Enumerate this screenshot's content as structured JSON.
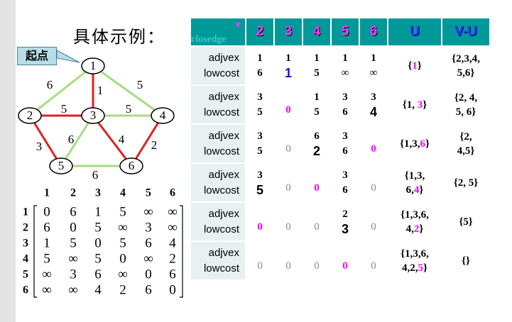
{
  "title": "具体示例：",
  "start_label": "起点",
  "graph": {
    "nodes": [
      "1",
      "2",
      "3",
      "4",
      "5",
      "6"
    ],
    "edges": [
      {
        "from": "1",
        "to": "2",
        "weight": "6",
        "in_mst": false
      },
      {
        "from": "1",
        "to": "3",
        "weight": "1",
        "in_mst": true
      },
      {
        "from": "1",
        "to": "4",
        "weight": "5",
        "in_mst": false
      },
      {
        "from": "2",
        "to": "3",
        "weight": "5",
        "in_mst": true
      },
      {
        "from": "3",
        "to": "4",
        "weight": "5",
        "in_mst": false
      },
      {
        "from": "2",
        "to": "5",
        "weight": "3",
        "in_mst": true
      },
      {
        "from": "3",
        "to": "5",
        "weight": "6",
        "in_mst": false
      },
      {
        "from": "3",
        "to": "6",
        "weight": "4",
        "in_mst": true
      },
      {
        "from": "4",
        "to": "6",
        "weight": "2",
        "in_mst": true
      },
      {
        "from": "5",
        "to": "6",
        "weight": "6",
        "in_mst": false
      }
    ],
    "colors": {
      "mst_edge": "#e02020",
      "other_edge": "#a8dc80"
    }
  },
  "matrix": {
    "labels": [
      "1",
      "2",
      "3",
      "4",
      "5",
      "6"
    ],
    "rows": [
      [
        "0",
        "6",
        "1",
        "5",
        "∞",
        "∞"
      ],
      [
        "6",
        "0",
        "5",
        "∞",
        "3",
        "∞"
      ],
      [
        "1",
        "5",
        "0",
        "5",
        "6",
        "4"
      ],
      [
        "5",
        "∞",
        "5",
        "0",
        "∞",
        "2"
      ],
      [
        "∞",
        "3",
        "6",
        "∞",
        "0",
        "6"
      ],
      [
        "∞",
        "∞",
        "4",
        "2",
        "6",
        "0"
      ]
    ]
  },
  "table": {
    "corner_label": "closedge",
    "headers": [
      "2",
      "3",
      "4",
      "5",
      "6"
    ],
    "set_headers": [
      "U",
      "V-U"
    ],
    "row_labels": [
      "adjvex",
      "lowcost"
    ],
    "rows": [
      {
        "cells": [
          {
            "adjvex": "1",
            "lowcost": "6"
          },
          {
            "adjvex": "1",
            "lowcost": "1"
          },
          {
            "adjvex": "1",
            "lowcost": "5"
          },
          {
            "adjvex": "1",
            "lowcost": "∞"
          },
          {
            "adjvex": "1",
            "lowcost": "∞"
          }
        ],
        "U": {
          "l1": "{",
          "h": "1",
          "l2": "}",
          "r2": ""
        },
        "VU": [
          "{2,3,4,",
          "5,6}"
        ]
      },
      {
        "cells": [
          {
            "adjvex": "3",
            "lowcost": "5"
          },
          {
            "adjvex": "",
            "lowcost": "0"
          },
          {
            "adjvex": "1",
            "lowcost": "5"
          },
          {
            "adjvex": "3",
            "lowcost": "6"
          },
          {
            "adjvex": "3",
            "lowcost": "4"
          }
        ],
        "U": {
          "l1": "{1, ",
          "h": "3",
          "l2": "}",
          "r2": ""
        },
        "VU": [
          "{2, 4,",
          "5, 6}"
        ]
      },
      {
        "cells": [
          {
            "adjvex": "3",
            "lowcost": "5"
          },
          {
            "adjvex": "",
            "lowcost": "0"
          },
          {
            "adjvex": "6",
            "lowcost": "2"
          },
          {
            "adjvex": "3",
            "lowcost": "6"
          },
          {
            "adjvex": "",
            "lowcost": "0"
          }
        ],
        "U": {
          "l1": "{1,3,",
          "h": "6",
          "l2": "}",
          "r2": ""
        },
        "VU": [
          "{2,",
          "4,5}"
        ]
      },
      {
        "cells": [
          {
            "adjvex": "3",
            "lowcost": "5"
          },
          {
            "adjvex": "",
            "lowcost": "0"
          },
          {
            "adjvex": "",
            "lowcost": "0"
          },
          {
            "adjvex": "3",
            "lowcost": "6"
          },
          {
            "adjvex": "",
            "lowcost": "0"
          }
        ],
        "U": {
          "l1": "{1,3,",
          "h": "4",
          "l2": "}",
          "r2": "6,"
        },
        "VU": [
          "{2, 5}",
          ""
        ]
      },
      {
        "cells": [
          {
            "adjvex": "",
            "lowcost": "0"
          },
          {
            "adjvex": "",
            "lowcost": "0"
          },
          {
            "adjvex": "",
            "lowcost": "0"
          },
          {
            "adjvex": "2",
            "lowcost": "3"
          },
          {
            "adjvex": "",
            "lowcost": "0"
          }
        ],
        "U": {
          "l1": "{1,3,6,",
          "h": "2",
          "l2": "}",
          "r2": "4,"
        },
        "VU": [
          "{5}",
          ""
        ]
      },
      {
        "cells": [
          {
            "adjvex": "",
            "lowcost": "0"
          },
          {
            "adjvex": "",
            "lowcost": "0"
          },
          {
            "adjvex": "",
            "lowcost": "0"
          },
          {
            "adjvex": "",
            "lowcost": "0"
          },
          {
            "adjvex": "",
            "lowcost": "0"
          }
        ],
        "U": {
          "l1": "{1,3,6,",
          "h": "5",
          "l2": "}",
          "r2": "4,2,"
        },
        "VU": [
          "{}",
          ""
        ]
      }
    ]
  }
}
